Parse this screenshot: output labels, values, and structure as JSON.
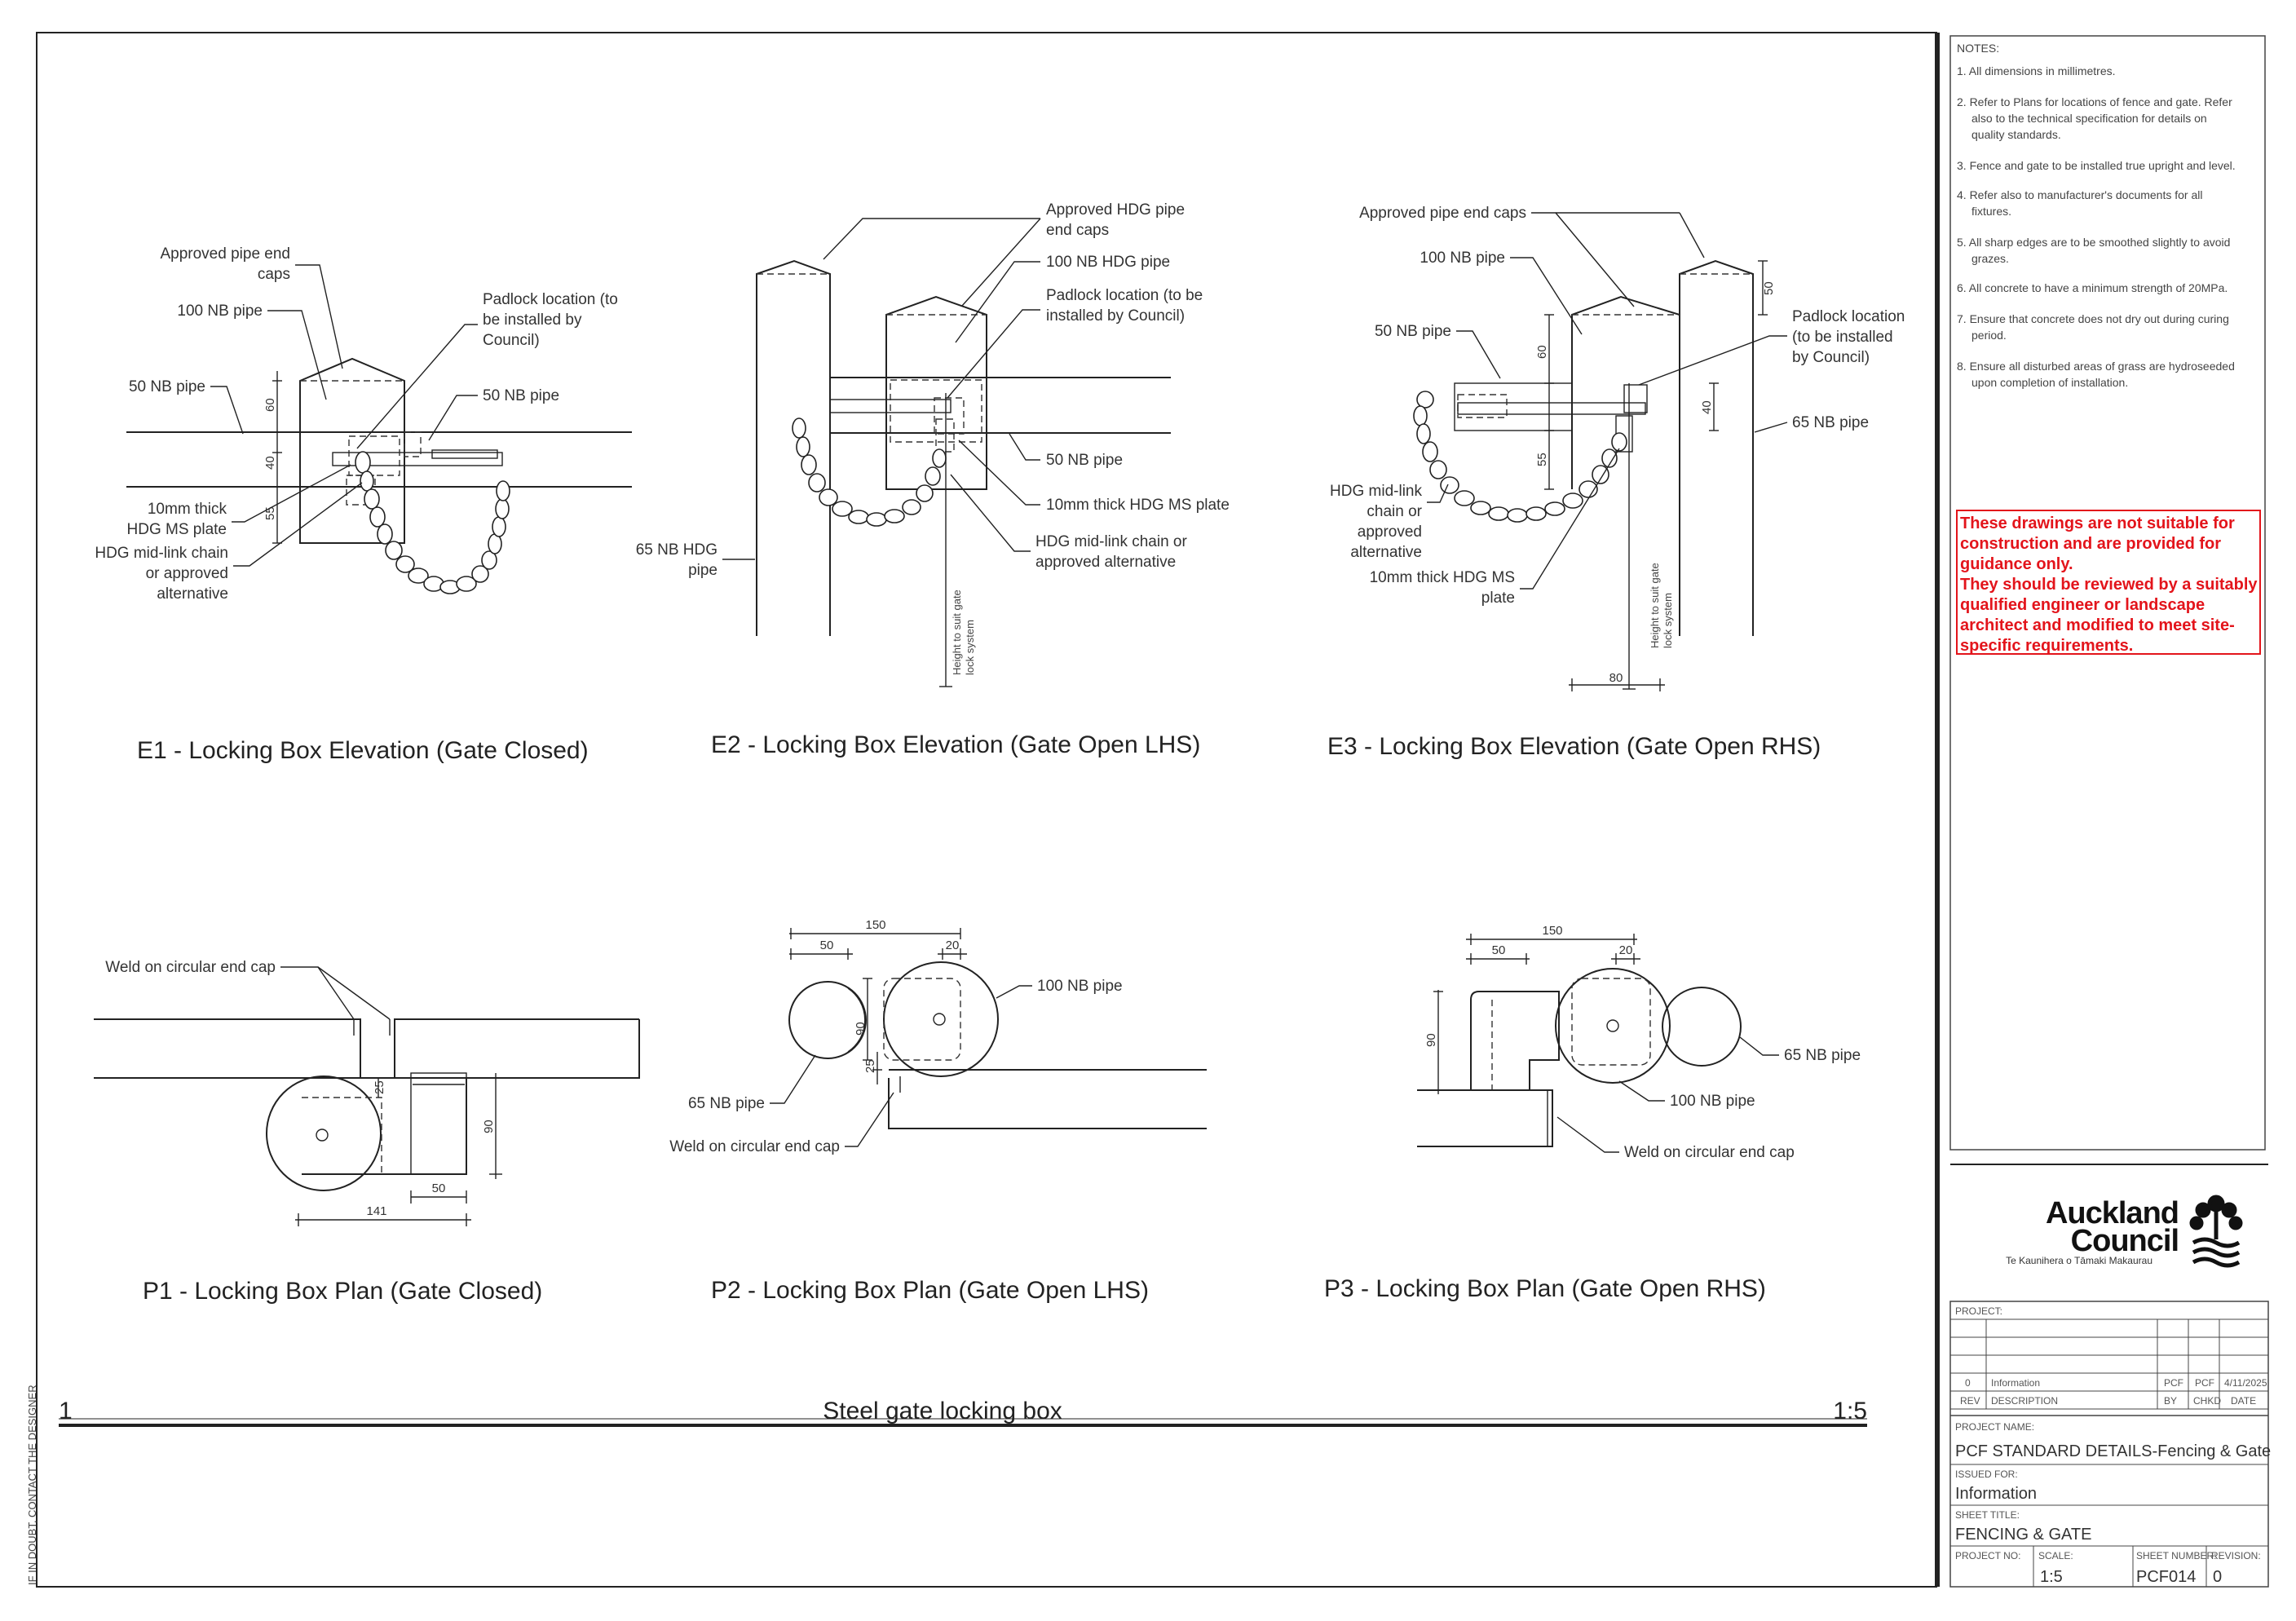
{
  "side_note": "IF IN DOUBT, CONTACT THE DESIGNER",
  "sheet_title_main": "Steel gate locking box",
  "sheet_index": "1",
  "sheet_scale": "1:5",
  "views": {
    "e1": {
      "title": "E1 - Locking Box Elevation (Gate Closed)",
      "labels": {
        "endcaps1": "Approved pipe end",
        "endcaps2": "caps",
        "nb100": "100 NB pipe",
        "nb50a": "50 NB pipe",
        "padlock1": "Padlock location (to",
        "padlock2": "be installed by",
        "padlock3": "Council)",
        "nb50b": "50 NB pipe",
        "plate1": "10mm thick",
        "plate2": "HDG MS plate",
        "chain1": "HDG mid-link chain",
        "chain2": "or approved",
        "chain3": "alternative"
      },
      "dims": {
        "d60": "60",
        "d40": "40",
        "d55": "55"
      }
    },
    "e2": {
      "title": "E2 - Locking Box Elevation (Gate Open LHS)",
      "labels": {
        "endcaps1": "Approved HDG pipe",
        "endcaps2": "end caps",
        "nb100": "100 NB HDG pipe",
        "padlock1": "Padlock location (to be",
        "padlock2": "installed by Council)",
        "nb50": "50 NB pipe",
        "plate": "10mm thick HDG MS plate",
        "chain1": "HDG mid-link chain or",
        "chain2": "approved alternative",
        "nb65a": "65 NB HDG",
        "nb65b": "pipe",
        "height1": "Height to suit gate",
        "height2": "lock system"
      }
    },
    "e3": {
      "title": "E3 - Locking Box Elevation (Gate Open RHS)",
      "labels": {
        "endcaps": "Approved pipe end caps",
        "nb100": "100 NB pipe",
        "nb50": "50 NB pipe",
        "padlock1": "Padlock location",
        "padlock2": "(to be installed",
        "padlock3": "by Council)",
        "nb65": "65 NB pipe",
        "chain1": "HDG mid-link",
        "chain2": "chain or",
        "chain3": "approved",
        "chain4": "alternative",
        "plate1": "10mm thick HDG MS",
        "plate2": "plate",
        "height1": "Height to suit gate",
        "height2": "lock system"
      },
      "dims": {
        "d50": "50",
        "d60": "60",
        "d40": "40",
        "d55": "55",
        "d80": "80"
      }
    },
    "p1": {
      "title": "P1 - Locking Box Plan (Gate Closed)",
      "labels": {
        "weld": "Weld on circular end cap"
      },
      "dims": {
        "d25": "25",
        "d90": "90",
        "d50": "50",
        "d141": "141"
      }
    },
    "p2": {
      "title": "P2 - Locking Box Plan (Gate Open LHS)",
      "labels": {
        "nb100": "100 NB pipe",
        "nb65": "65 NB pipe",
        "weld": "Weld on circular end cap"
      },
      "dims": {
        "d150": "150",
        "d50": "50",
        "d20": "20",
        "d90": "90",
        "d25": "25"
      }
    },
    "p3": {
      "title": "P3 - Locking Box Plan (Gate Open RHS)",
      "labels": {
        "nb65": "65 NB pipe",
        "nb100": "100 NB pipe",
        "weld": "Weld on circular end cap"
      },
      "dims": {
        "d150": "150",
        "d50": "50",
        "d20": "20",
        "d90": "90"
      }
    }
  },
  "notes": {
    "heading": "NOTES:",
    "lines": [
      "1.  All dimensions in millimetres.",
      "2.  Refer to Plans for locations of fence and gate. Refer",
      "also to the technical specification for details on",
      "quality standards.",
      "3.  Fence and gate to be installed true upright and level.",
      "4.  Refer also to manufacturer's documents for all",
      "fixtures.",
      "5.  All sharp edges are to be smoothed slightly to avoid",
      "grazes.",
      "6.  All concrete to have a minimum strength of 20MPa.",
      "7.  Ensure that concrete does not dry out during curing",
      "period.",
      "8.  Ensure all disturbed areas of grass are hydroseeded",
      "upon completion of installation."
    ],
    "warning": [
      "These drawings are not suitable for",
      "construction and are provided for",
      "guidance only.",
      "They should be reviewed by a suitably",
      "qualified engineer or landscape",
      "architect and modified to meet site-",
      "specific requirements."
    ]
  },
  "logo": {
    "line1": "Auckland",
    "line2": "Council",
    "tagline": "Te Kaunihera o Tāmaki Makaurau"
  },
  "title_block": {
    "project_label": "PROJECT:",
    "rev_row": {
      "rev": "0",
      "desc": "Information",
      "by": "PCF",
      "chkd": "PCF",
      "date": "4/11/2025"
    },
    "rev_headers": {
      "rev": "REV",
      "desc": "DESCRIPTION",
      "by": "BY",
      "chkd": "CHKD",
      "date": "DATE"
    },
    "project_name_label": "PROJECT NAME:",
    "project_name": "PCF STANDARD DETAILS-Fencing & Gate",
    "issued_for_label": "ISSUED FOR:",
    "issued_for": "Information",
    "sheet_title_label": "SHEET TITLE:",
    "sheet_title": "FENCING & GATE",
    "project_no_label": "PROJECT NO:",
    "scale_label": "SCALE:",
    "scale": "1:5",
    "sheet_number_label": "SHEET NUMBER:",
    "sheet_number": "PCF014",
    "revision_label": "REVISION:",
    "revision": "0"
  }
}
